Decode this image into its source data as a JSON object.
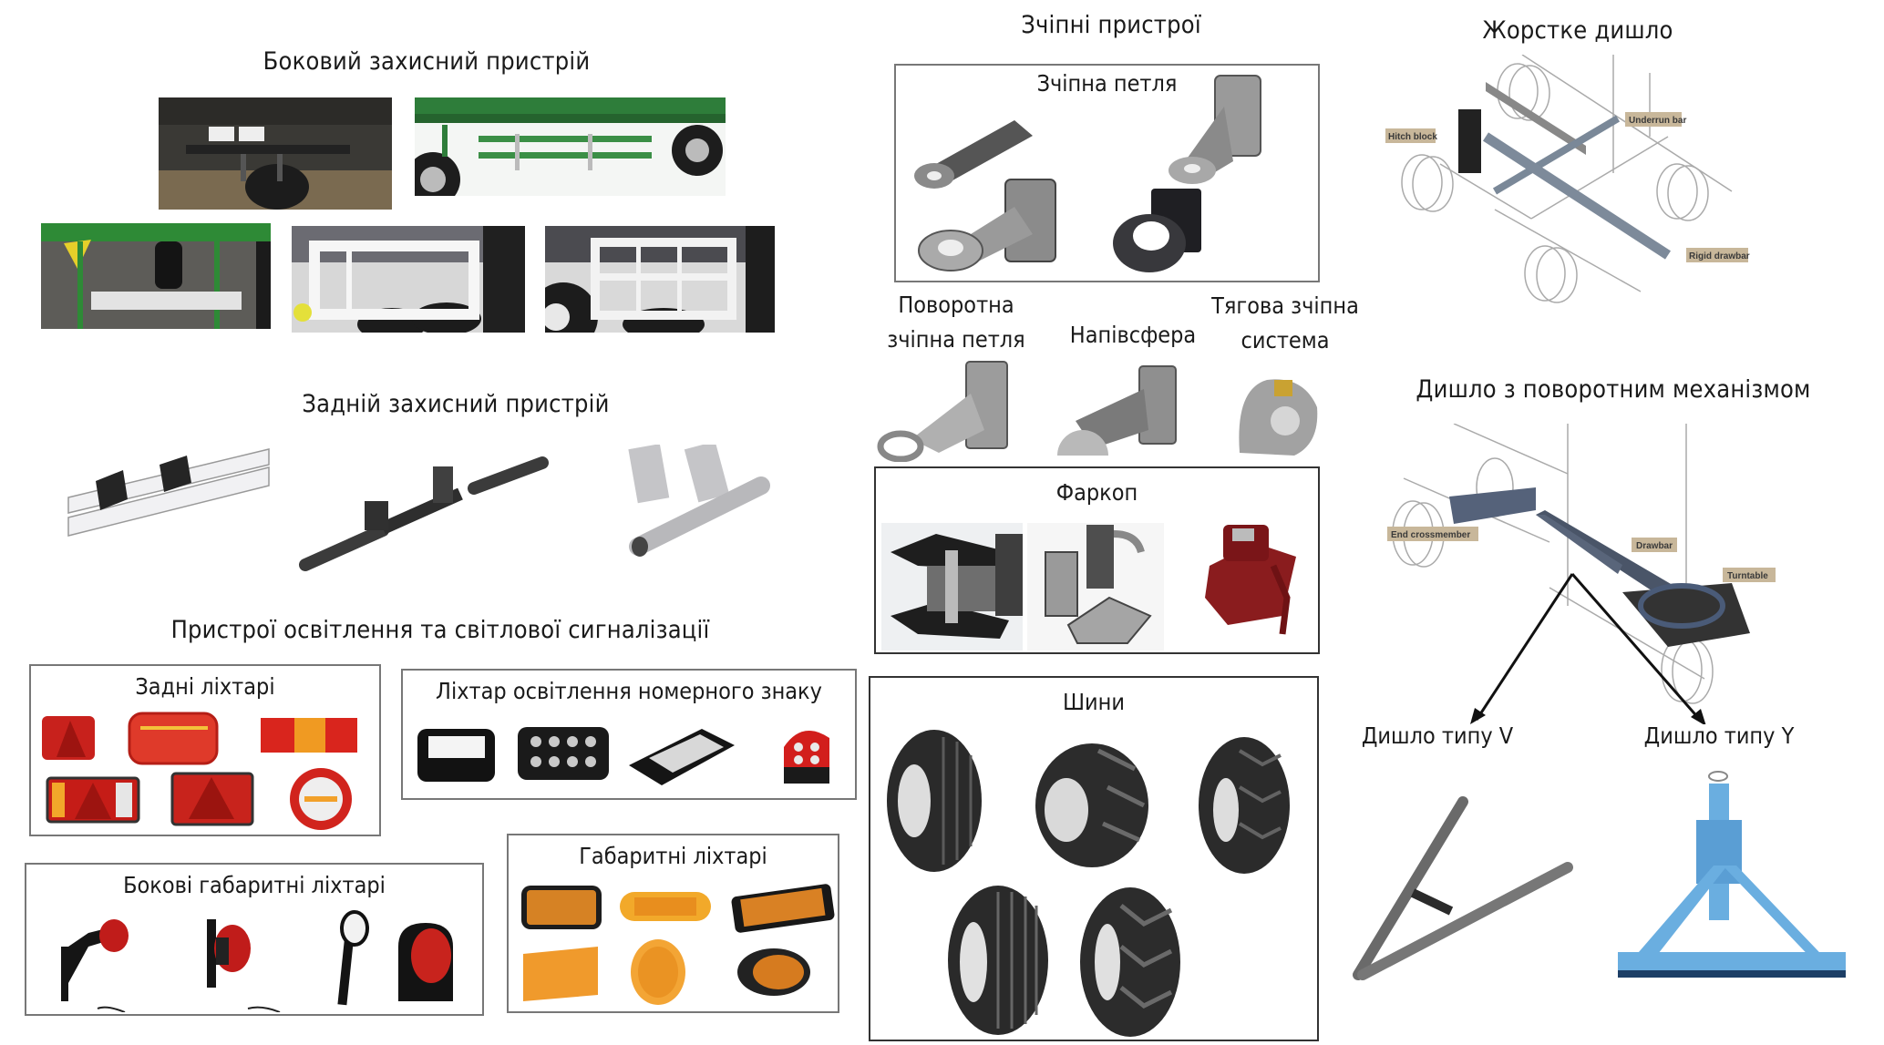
{
  "side_guard": {
    "title": "Боковий захисний пристрій",
    "photos": [
      "side-guard-photo-1",
      "side-guard-photo-2",
      "side-guard-photo-3",
      "side-guard-photo-4",
      "side-guard-photo-5"
    ]
  },
  "rear_guard": {
    "title": "Задній захисний пристрій"
  },
  "lighting": {
    "title": "Пристрої освітлення та світлової сигналізації",
    "rear_lamps": {
      "title": "Задні ліхтарі"
    },
    "plate_lamp": {
      "title": "Ліхтар освітлення номерного знаку"
    },
    "side_marker": {
      "title": "Бокові габаритні ліхтарі"
    },
    "marker_lamps": {
      "title": "Габаритні ліхтарі"
    }
  },
  "coupling": {
    "title": "Зчіпні пристрої",
    "loop": {
      "title": "Зчіпна петля"
    },
    "swivel_loop": {
      "line1": "Поворотна",
      "line2": "зчіпна петля"
    },
    "hemisphere": {
      "label": "Напівсфера"
    },
    "traction": {
      "line1": "Тягова зчіпна",
      "line2": "система"
    },
    "hitch": {
      "title": "Фаркоп"
    }
  },
  "tires": {
    "title": "Шини"
  },
  "rigid_drawbar": {
    "title": "Жорстке дишло",
    "tags": {
      "hitch_block": "Hitch block",
      "underrun_bar": "Underrun bar",
      "rigid_drawbar": "Rigid drawbar"
    }
  },
  "turntable_drawbar": {
    "title": "Дишло з поворотним механізмом",
    "tags": {
      "end_crossmember": "End crossmember",
      "drawbar": "Drawbar",
      "turntable": "Turntable"
    },
    "type_v": "Дишло типу V",
    "type_y": "Дишло типу Y"
  },
  "colors": {
    "green": "#2e7d3a",
    "tag_bg": "#c8b79a",
    "amber": "#f0a020",
    "red": "#c4171b",
    "blue": "#6aaee0"
  }
}
